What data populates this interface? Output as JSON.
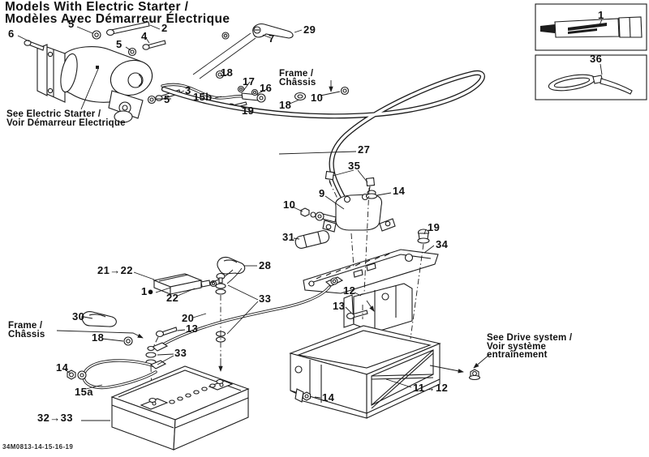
{
  "title": {
    "line1": "Models With Electric Starter /",
    "line2": "Modèles Avec Démarreur Électrique"
  },
  "notes": {
    "electric_starter": {
      "line1": "See Electric Starter /",
      "line2": "Voir Démarreur Electrique"
    },
    "frame_top": {
      "line1": "Frame /",
      "line2": "Châssis"
    },
    "frame_left": {
      "line1": "Frame /",
      "line2": "Châssis"
    },
    "drive_system": {
      "line1": "See Drive system /",
      "line2": "Voir système",
      "line3": "entraînement"
    }
  },
  "footer": {
    "code": "34M0813-14-15-16-19"
  },
  "inset_boxes": [
    {
      "label": "1",
      "item": "grease-tube"
    },
    {
      "label": "36",
      "item": "cable-tie"
    }
  ],
  "callouts": {
    "c6": {
      "text": "6"
    },
    "c5a": {
      "text": "5"
    },
    "c2": {
      "text": "2"
    },
    "c4": {
      "text": "4"
    },
    "c5b": {
      "text": "5"
    },
    "c3": {
      "text": "3"
    },
    "c5c": {
      "text": "5"
    },
    "c29": {
      "text": "29"
    },
    "c7": {
      "text": "7"
    },
    "c18a": {
      "text": "18"
    },
    "c17": {
      "text": "17"
    },
    "c16": {
      "text": "16"
    },
    "c10b": {
      "text": "10"
    },
    "c15b": {
      "text": "15b"
    },
    "c19a": {
      "text": "19"
    },
    "c18b": {
      "text": "18"
    },
    "c27": {
      "text": "27"
    },
    "c35": {
      "text": "35"
    },
    "c14a": {
      "text": "14"
    },
    "c9": {
      "text": "9"
    },
    "c10a": {
      "text": "10"
    },
    "c31": {
      "text": "31"
    },
    "c19b": {
      "text": "19"
    },
    "c34": {
      "text": "34"
    },
    "c12": {
      "text": "12"
    },
    "c28": {
      "text": "28"
    },
    "c2122": {
      "text": "21→22"
    },
    "c1g": {
      "text": "1●"
    },
    "c22": {
      "text": "22"
    },
    "c33r": {
      "text": "33"
    },
    "c30": {
      "text": "30"
    },
    "c20": {
      "text": "20"
    },
    "c13a": {
      "text": "13"
    },
    "c18c": {
      "text": "18"
    },
    "c33l": {
      "text": "33"
    },
    "c14l": {
      "text": "14"
    },
    "c15a": {
      "text": "15a"
    },
    "c3233": {
      "text": "32→33"
    },
    "c13b": {
      "text": "13"
    },
    "c1112": {
      "text": "11→12"
    },
    "c14b": {
      "text": "14"
    },
    "cbox1": {
      "text": "1"
    },
    "cbox36": {
      "text": "36"
    }
  },
  "colors": {
    "ink": "#1c1c1c",
    "paper": "#ffffff"
  }
}
